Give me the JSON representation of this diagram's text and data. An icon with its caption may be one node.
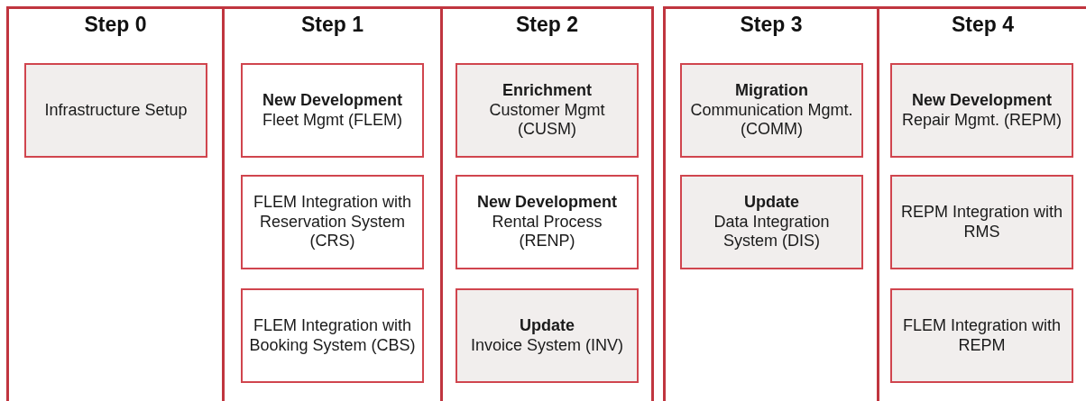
{
  "diagram": {
    "nodes": [
      {
        "text": [
          "Step 0"
        ]
      },
      {
        "text": [
          "Infrastructure Setup"
        ],
        "in": 0
      },
      {
        "text": [
          "Step 1"
        ]
      },
      {
        "text": [
          "New Development",
          "Fleet Mgmt (FLEM)"
        ],
        "in": 2
      },
      {
        "text": [
          "FLEM Integration with Reservation System (CRS)"
        ],
        "in": 2
      },
      {
        "text": [
          "FLEM Integration with Booking System (CBS)"
        ],
        "in": 2
      },
      {
        "text": [
          "Step 2"
        ]
      },
      {
        "text": [
          "Enrichment",
          "Customer Mgmt (CUSM)"
        ],
        "in": 6
      },
      {
        "text": [
          "New Development",
          "Rental Process (RENP)"
        ],
        "in": 6
      },
      {
        "text": [
          "Update",
          "Invoice System (INV)"
        ],
        "in": 6
      },
      {
        "text": [
          "Step 3"
        ]
      },
      {
        "text": [
          "Migration",
          "Communication Mgmt. (COMM)"
        ],
        "in": 10
      },
      {
        "text": [
          "Update",
          "Data Integration System (DIS)"
        ],
        "in": 10
      },
      {
        "text": [
          "Step 4"
        ]
      },
      {
        "text": [
          "New Development",
          "Repair Mgmt. (REPM)"
        ],
        "in": 13
      },
      {
        "text": [
          "REPM Integration with RMS"
        ],
        "in": 13
      },
      {
        "text": [
          "FLEM Integration with REPM"
        ],
        "in": 13
      }
    ]
  }
}
